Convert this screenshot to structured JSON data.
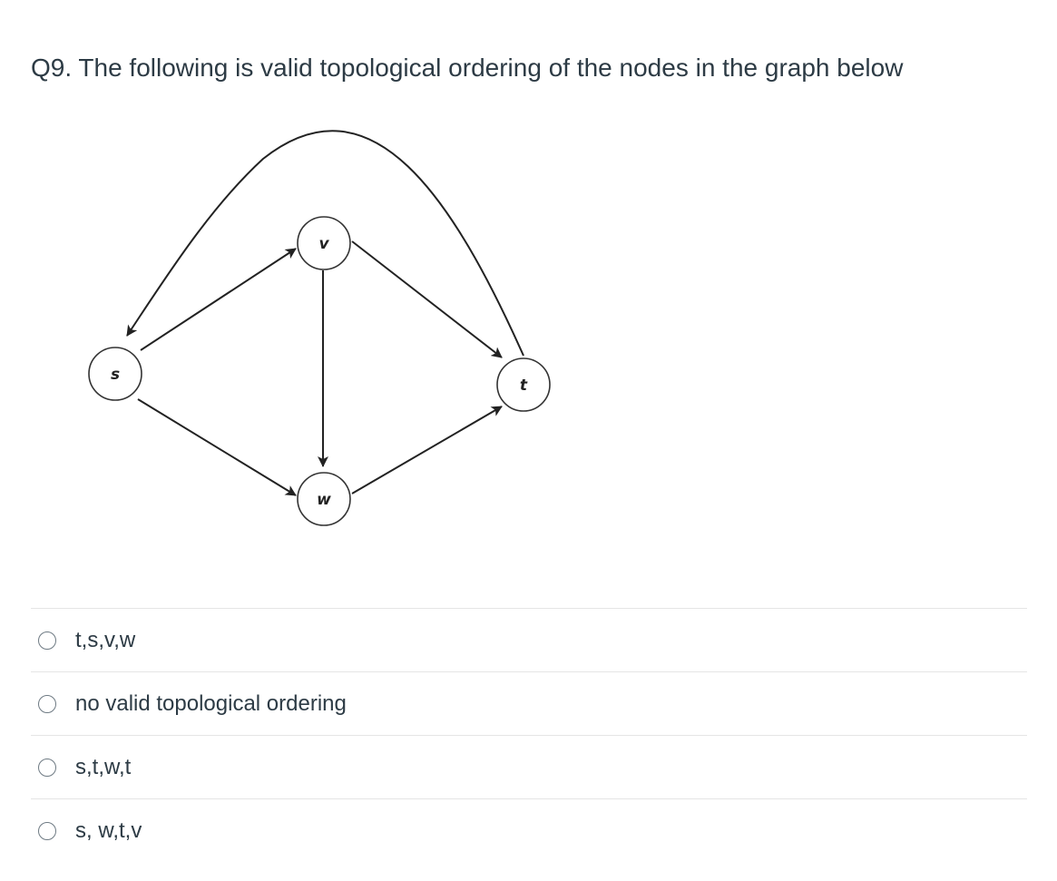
{
  "question": {
    "text": "Q9. The following is valid topological ordering of the nodes in the graph below"
  },
  "graph": {
    "nodes": [
      {
        "id": "s",
        "label": "s"
      },
      {
        "id": "v",
        "label": "v"
      },
      {
        "id": "w",
        "label": "w"
      },
      {
        "id": "t",
        "label": "t"
      }
    ],
    "edges": [
      {
        "from": "s",
        "to": "v"
      },
      {
        "from": "s",
        "to": "w"
      },
      {
        "from": "v",
        "to": "w"
      },
      {
        "from": "v",
        "to": "t"
      },
      {
        "from": "w",
        "to": "t"
      },
      {
        "from": "t",
        "to": "s"
      }
    ]
  },
  "answers": [
    {
      "label": "t,s,v,w"
    },
    {
      "label": "no valid topological ordering"
    },
    {
      "label": "s,t,w,t"
    },
    {
      "label": "s, w,t,v"
    }
  ]
}
